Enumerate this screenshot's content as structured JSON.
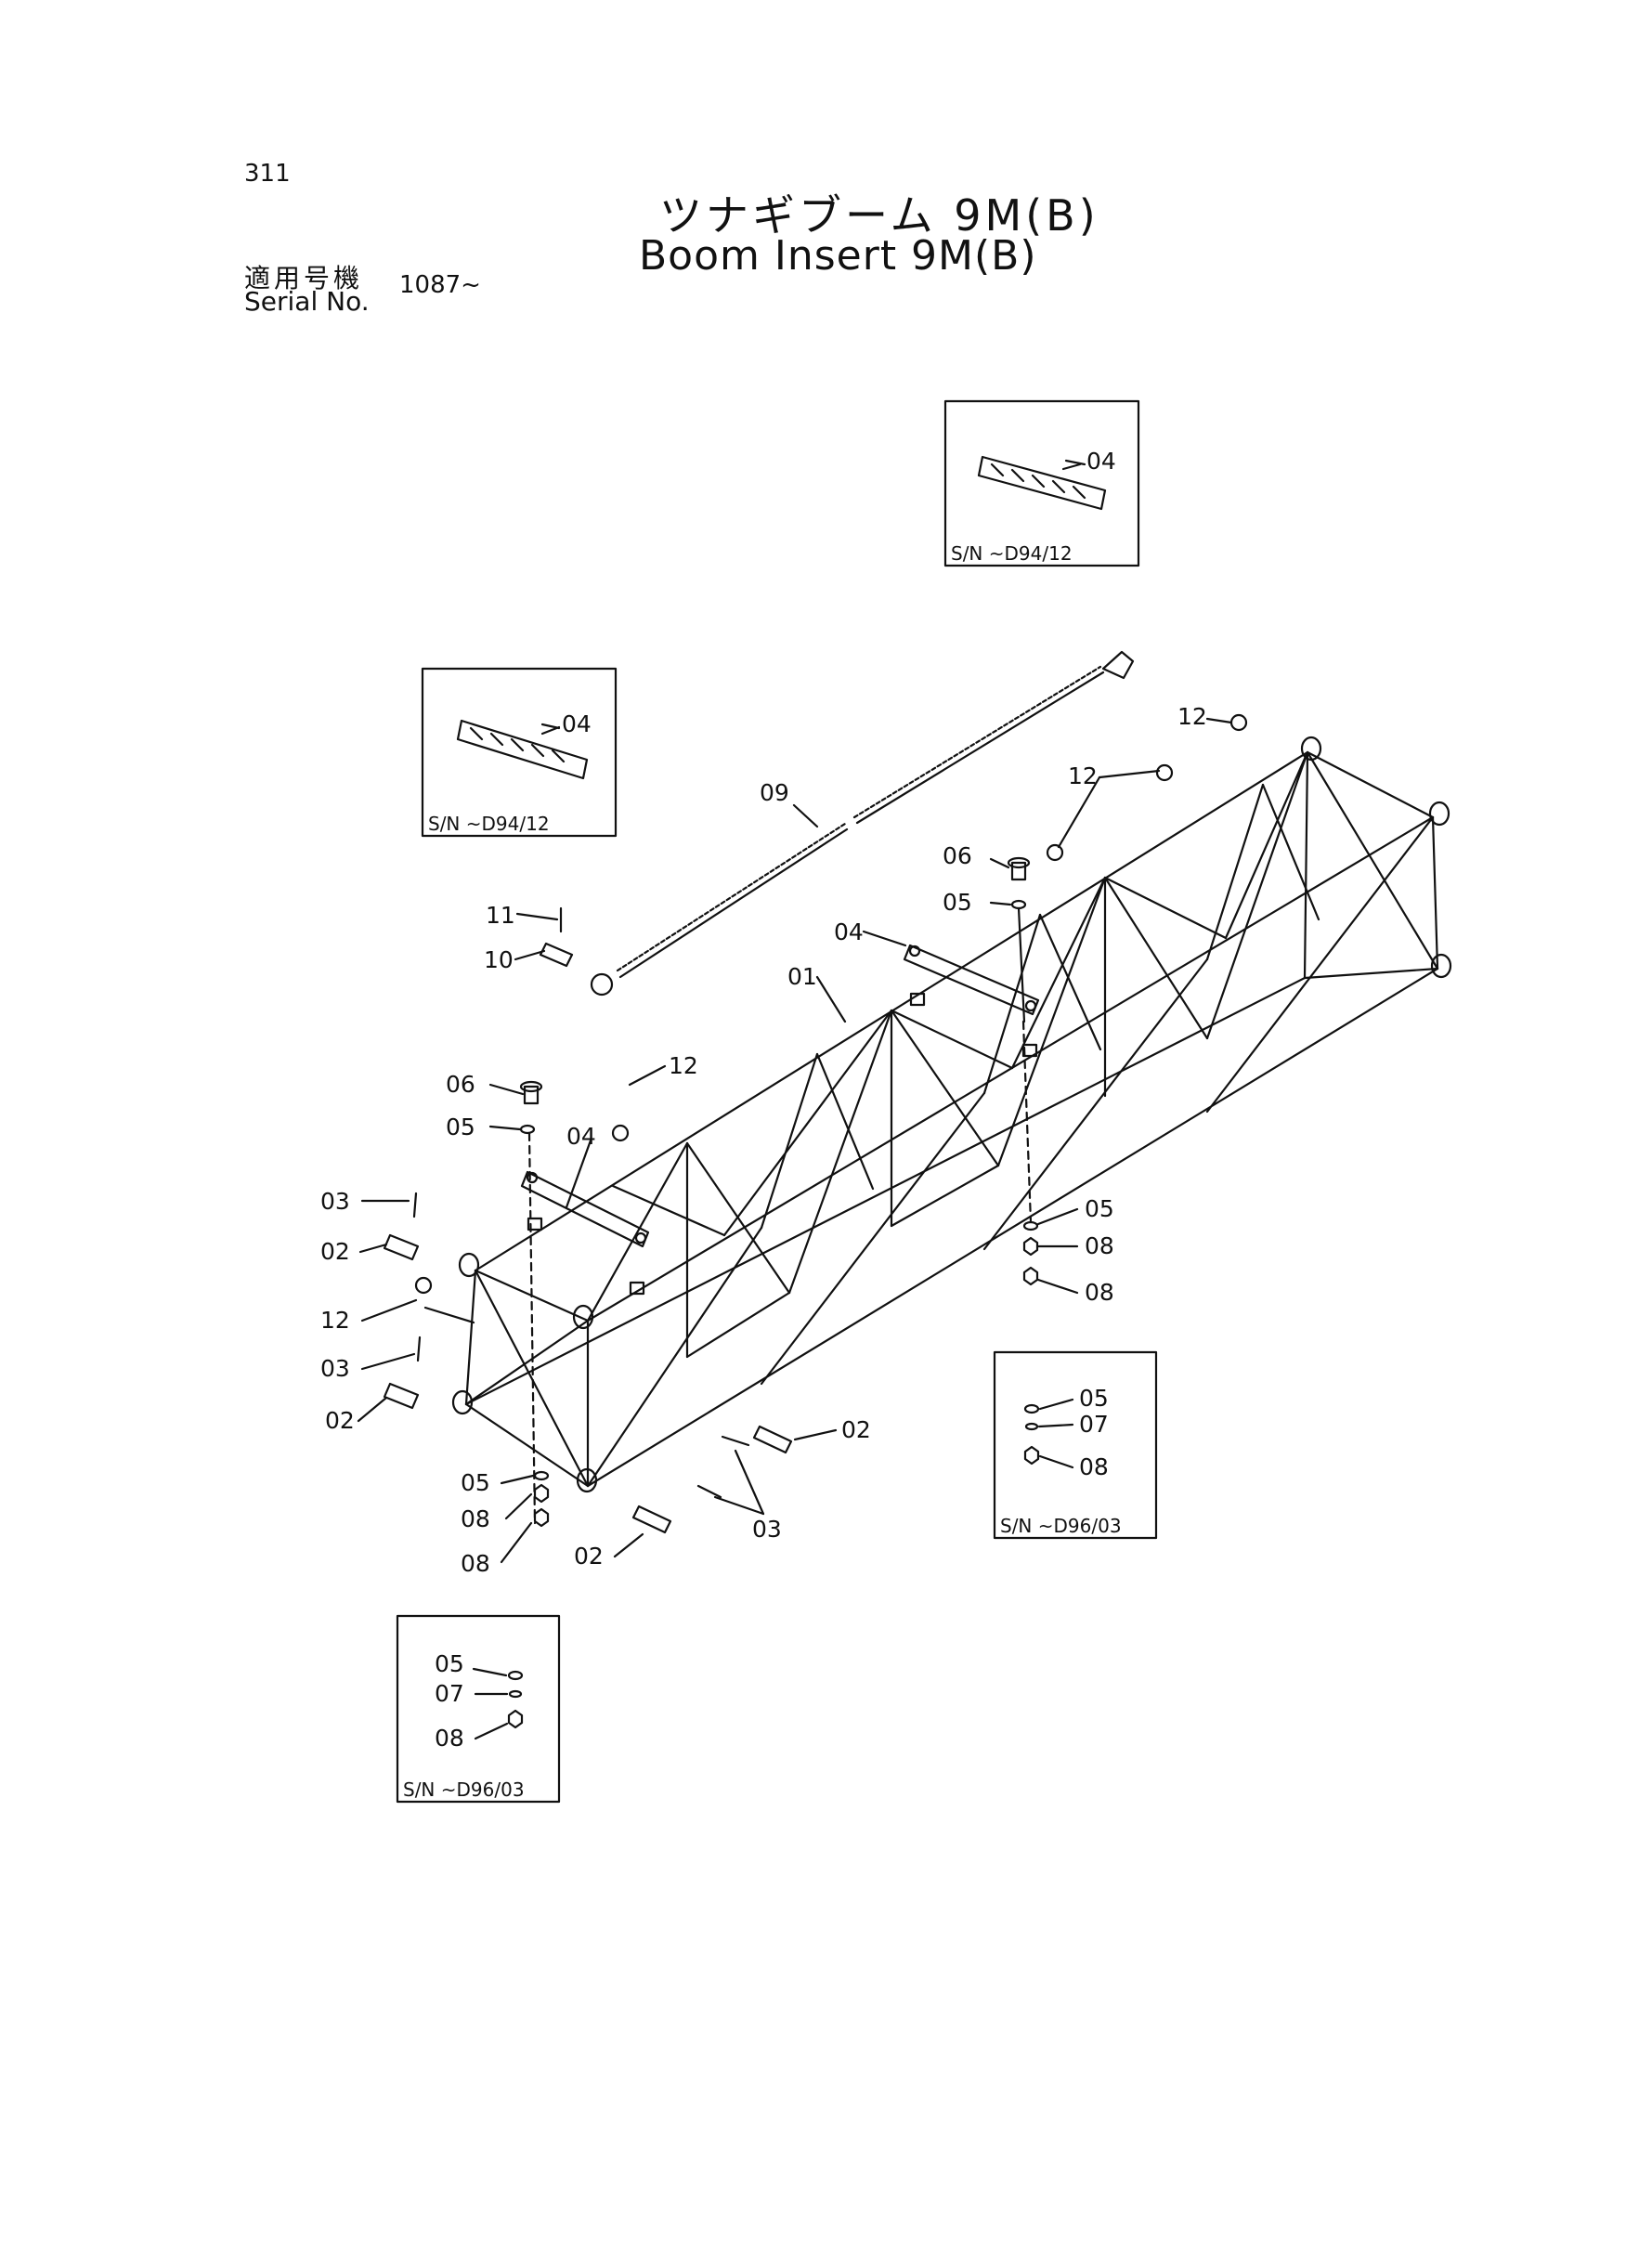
{
  "page_number": "311",
  "title_jp": "ツナギブーム 9M(B)",
  "title_en": "Boom Insert 9M(B)",
  "serial_label_jp": "適用号機",
  "serial_label_en": "Serial No.",
  "serial_value": "1087~",
  "callouts": [
    {
      "id": "c-12-a",
      "text": "12"
    },
    {
      "id": "c-12-b",
      "text": "12"
    },
    {
      "id": "c-09",
      "text": "09"
    },
    {
      "id": "c-06-a",
      "text": "06"
    },
    {
      "id": "c-05-a",
      "text": "05"
    },
    {
      "id": "c-04-a",
      "text": "04"
    },
    {
      "id": "c-11",
      "text": "11"
    },
    {
      "id": "c-10",
      "text": "10"
    },
    {
      "id": "c-01",
      "text": "01"
    },
    {
      "id": "c-12-c",
      "text": "12"
    },
    {
      "id": "c-06-b",
      "text": "06"
    },
    {
      "id": "c-05-b",
      "text": "05"
    },
    {
      "id": "c-04-b",
      "text": "04"
    },
    {
      "id": "c-03-a",
      "text": "03"
    },
    {
      "id": "c-02-a",
      "text": "02"
    },
    {
      "id": "c-12-d",
      "text": "12"
    },
    {
      "id": "c-03-b",
      "text": "03"
    },
    {
      "id": "c-02-b",
      "text": "02"
    },
    {
      "id": "c-05-c",
      "text": "05"
    },
    {
      "id": "c-08-a",
      "text": "08"
    },
    {
      "id": "c-08-b",
      "text": "08"
    },
    {
      "id": "c-02-c",
      "text": "02"
    },
    {
      "id": "c-03-c",
      "text": "03"
    },
    {
      "id": "c-02-d",
      "text": "02"
    },
    {
      "id": "c-05-d",
      "text": "05"
    },
    {
      "id": "c-08-c",
      "text": "08"
    },
    {
      "id": "c-08-d",
      "text": "08"
    }
  ],
  "insets": [
    {
      "id": "inset-top-right",
      "labels": [
        "04"
      ],
      "sn": "S/N  ~D94/12"
    },
    {
      "id": "inset-top-left",
      "labels": [
        "04"
      ],
      "sn": "S/N  ~D94/12"
    },
    {
      "id": "inset-mid-right",
      "labels": [
        "05",
        "07",
        "08"
      ],
      "sn": "S/N  ~D96/03"
    },
    {
      "id": "inset-bottom-left",
      "labels": [
        "05",
        "07",
        "08"
      ],
      "sn": "S/N  ~D96/03"
    }
  ]
}
